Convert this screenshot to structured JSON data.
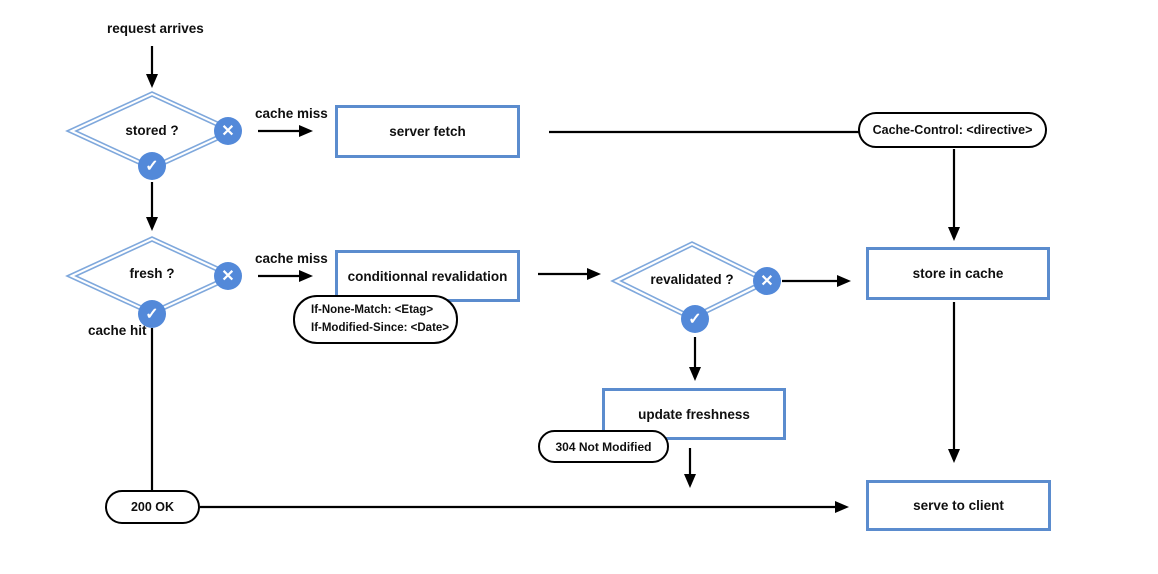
{
  "colors": {
    "box_border": "#5b8cce",
    "diamond_outline": "#7fa8dc",
    "badge_circle": "#5389d9",
    "connector": "#000000"
  },
  "start": {
    "label": "request arrives"
  },
  "decisions": {
    "stored": "stored ?",
    "fresh": "fresh ?",
    "revalidated": "revalidated ?"
  },
  "processes": {
    "server_fetch": "server fetch",
    "conditional_revalidation": "conditionnal revalidation",
    "store_in_cache": "store in cache",
    "update_freshness": "update freshness",
    "serve_to_client": "serve to client"
  },
  "edge_labels": {
    "cache_miss_stored": "cache miss",
    "cache_miss_fresh": "cache miss",
    "cache_hit": "cache hit"
  },
  "annotations": {
    "cache_control": "Cache-Control: <directive>",
    "if_none_match": "If-None-Match: <Etag>",
    "if_modified_since": "If-Modified-Since: <Date>",
    "not_modified": "304 Not Modified",
    "ok": "200 OK"
  },
  "icons": {
    "yes_check": "✓",
    "no_cross": "✕"
  }
}
